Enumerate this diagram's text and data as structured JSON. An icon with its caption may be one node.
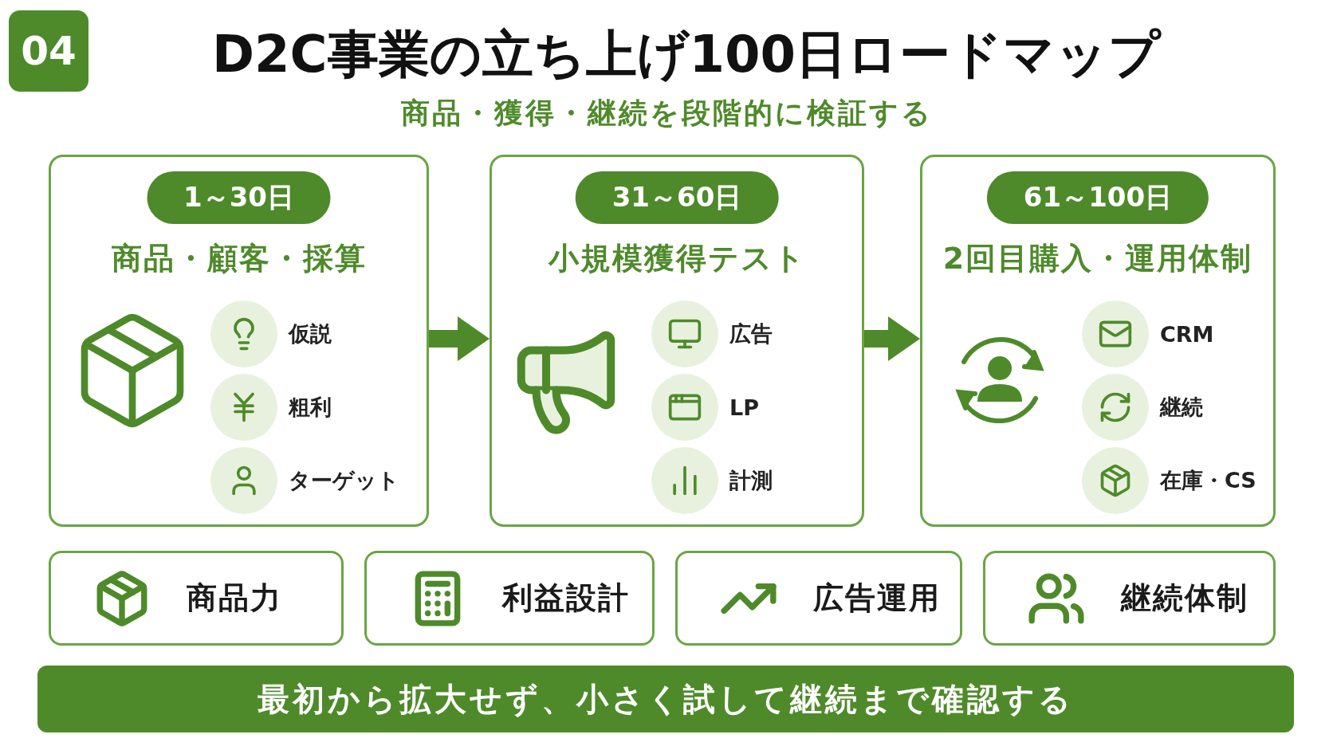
{
  "diagram": {
    "title": "D2C事業の立ち上げ100日ロードマップ",
    "nodes": [
      {
        "text": [
          "1～30日",
          "商品・顧客・採算"
        ]
      },
      {
        "text": [
          "31～60日",
          "小規模獲得テスト"
        ]
      },
      {
        "text": [
          "61～100日",
          "2回目購入・運用体制"
        ]
      },
      {
        "text": [
          "商品力"
        ]
      },
      {
        "text": [
          "利益設計"
        ]
      },
      {
        "text": [
          "広告運用"
        ]
      },
      {
        "text": [
          "継続体制"
        ]
      },
      {
        "text": [
          "最初から拡大せず、小さく試して継続まで確認する"
        ]
      }
    ],
    "edges": [
      {
        "from": 0,
        "to": 1,
        "arrow": "to"
      },
      {
        "from": 1,
        "to": 2,
        "arrow": "to"
      }
    ],
    "labels": [
      "04",
      "商品・獲得・継続を段階的に検証する",
      "仮説",
      "粗利",
      "ターゲット",
      "広告",
      "LP",
      "計測",
      "CRM",
      "継続",
      "在庫・CS"
    ]
  }
}
